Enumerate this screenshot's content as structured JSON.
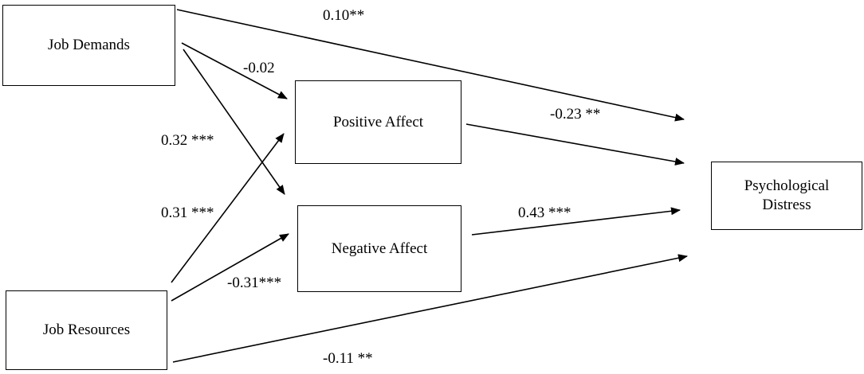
{
  "nodes": {
    "job_demands": "Job Demands",
    "positive_affect": "Positive Affect",
    "negative_affect": "Negative Affect",
    "job_resources": "Job Resources",
    "psychological_distress": "Psychological\nDistress"
  },
  "paths": [
    {
      "from": "Job Demands",
      "to": "Psychological Distress",
      "label": "0.10**"
    },
    {
      "from": "Job Demands",
      "to": "Positive Affect",
      "label": "-0.02"
    },
    {
      "from": "Job Demands",
      "to": "Negative Affect",
      "label": "0.32 ***"
    },
    {
      "from": "Job Resources",
      "to": "Positive Affect",
      "label": "0.31 ***"
    },
    {
      "from": "Job Resources",
      "to": "Negative Affect",
      "label": "-0.31***"
    },
    {
      "from": "Positive Affect",
      "to": "Psychological Distress",
      "label": "-0.23 **"
    },
    {
      "from": "Negative Affect",
      "to": "Psychological Distress",
      "label": "0.43 ***"
    },
    {
      "from": "Job Resources",
      "to": "Psychological Distress",
      "label": "-0.11 **"
    }
  ],
  "colors": {
    "line": "#000000",
    "background": "#ffffff"
  }
}
